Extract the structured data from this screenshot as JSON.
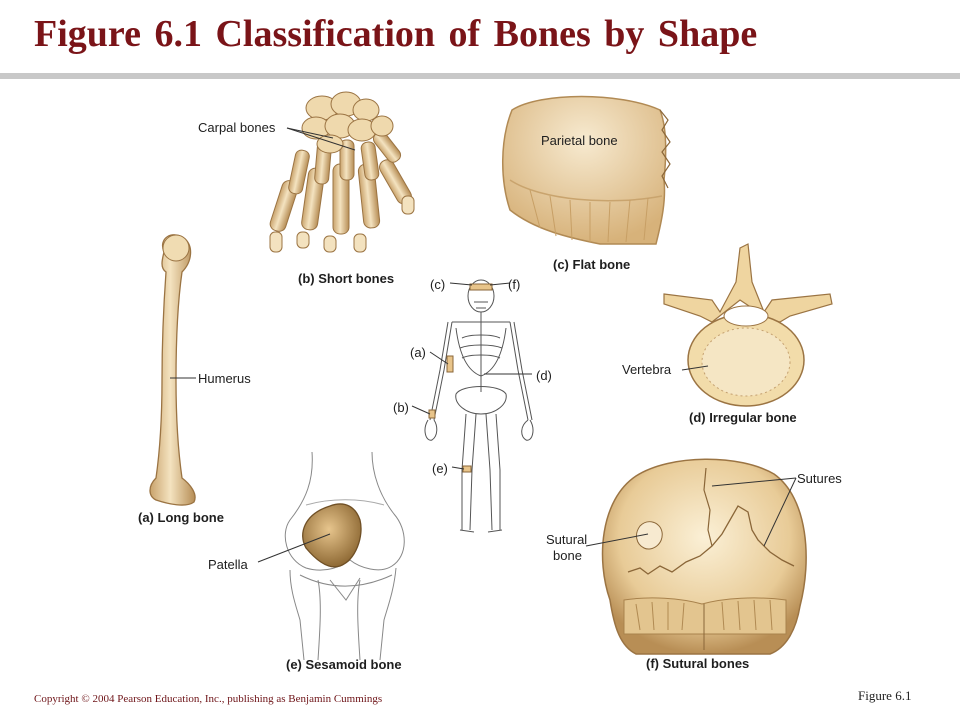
{
  "title": "Figure 6.1  Classification of Bones by Shape",
  "labels": {
    "carpal_bones": "Carpal bones",
    "parietal_bone": "Parietal bone",
    "humerus": "Humerus",
    "vertebra": "Vertebra",
    "patella": "Patella",
    "sutures": "Sutures",
    "sutural_bone_1": "Sutural",
    "sutural_bone_2": "bone",
    "skel_c": "(c)",
    "skel_f": "(f)",
    "skel_a": "(a)",
    "skel_d": "(d)",
    "skel_b": "(b)",
    "skel_e": "(e)"
  },
  "captions": {
    "long": "(a) Long bone",
    "short": "(b) Short bones",
    "flat": "(c) Flat bone",
    "irregular": "(d) Irregular bone",
    "sesamoid": "(e) Sesamoid bone",
    "sutural": "(f) Sutural bones"
  },
  "footer": {
    "copyright": "Copyright © 2004 Pearson Education, Inc., publishing as Benjamin Cummings",
    "figure_ref": "Figure 6.1"
  },
  "colors": {
    "title": "#7a1418",
    "bone_light": "#f2dfb8",
    "bone_mid": "#dcb985",
    "bone_dark": "#a8824c"
  }
}
